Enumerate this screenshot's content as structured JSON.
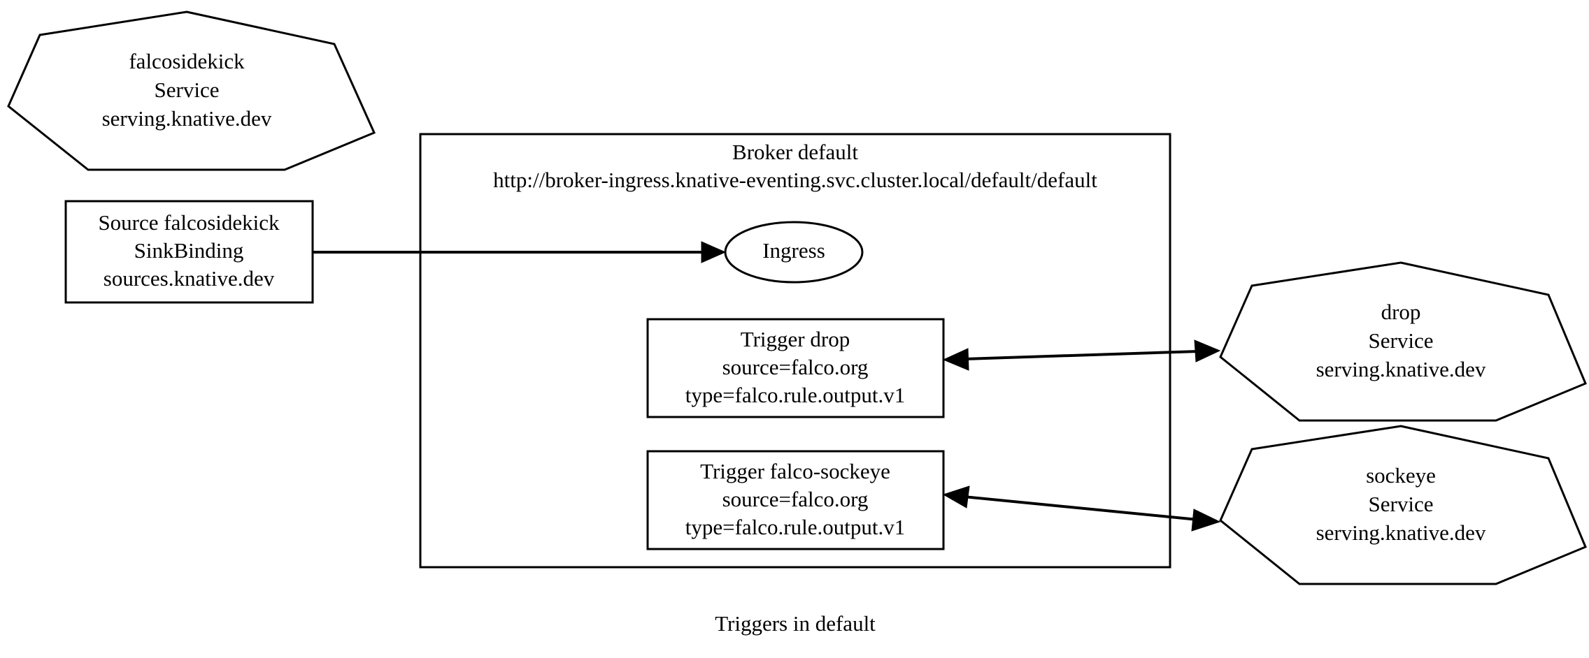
{
  "diagram": {
    "title": "Triggers in default",
    "caption": "Triggers in default",
    "background_color": "#ffffff",
    "stroke_color": "#000000",
    "cluster": {
      "name": "Broker default",
      "line1": "Broker default",
      "line2": "http://broker-ingress.knative-eventing.svc.cluster.local/default/default"
    },
    "nodes": {
      "falcosidekick_service": {
        "shape": "septagon",
        "line1": "falcosidekick",
        "line2": "Service",
        "line3": "serving.knative.dev"
      },
      "source_sinkbinding": {
        "shape": "box",
        "line1": "Source falcosidekick",
        "line2": "SinkBinding",
        "line3": "sources.knative.dev"
      },
      "ingress": {
        "shape": "ellipse",
        "line1": "Ingress"
      },
      "trigger_drop": {
        "shape": "box",
        "line1": "Trigger drop",
        "line2": "source=falco.org",
        "line3": "type=falco.rule.output.v1"
      },
      "trigger_falco_sockeye": {
        "shape": "box",
        "line1": "Trigger falco-sockeye",
        "line2": "source=falco.org",
        "line3": "type=falco.rule.output.v1"
      },
      "drop_service": {
        "shape": "septagon",
        "line1": "drop",
        "line2": "Service",
        "line3": "serving.knative.dev"
      },
      "sockeye_service": {
        "shape": "septagon",
        "line1": "sockeye",
        "line2": "Service",
        "line3": "serving.knative.dev"
      }
    },
    "edges": [
      {
        "id": "source-to-ingress",
        "from": "source_sinkbinding",
        "to": "ingress",
        "direction": "forward"
      },
      {
        "id": "trigger-drop-to-drop-service",
        "from": "trigger_drop",
        "to": "drop_service",
        "direction": "both"
      },
      {
        "id": "trigger-sockeye-to-sockeye-service",
        "from": "trigger_falco_sockeye",
        "to": "sockeye_service",
        "direction": "both"
      }
    ]
  }
}
